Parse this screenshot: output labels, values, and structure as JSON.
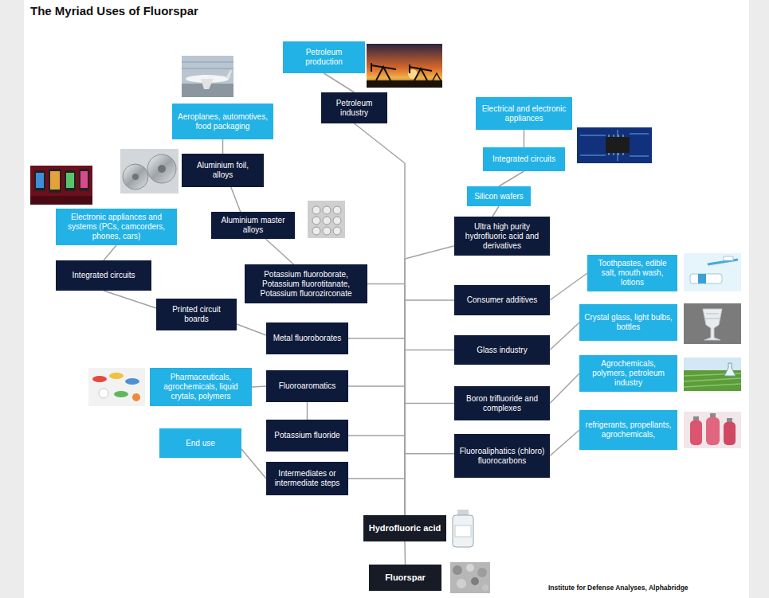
{
  "diagram": {
    "title": "The Myriad Uses of Fluorspar",
    "nodes": [
      {
        "text": [
          "Petroleum production"
        ]
      },
      {
        "text": [
          "Petroleum industry"
        ]
      },
      {
        "text": [
          "Electrical and electronic appliances"
        ]
      },
      {
        "text": [
          "Aeroplanes, automotives, food packaging"
        ]
      },
      {
        "text": [
          "Integrated circuits"
        ]
      },
      {
        "text": [
          "Aluminium foil, alloys"
        ]
      },
      {
        "text": [
          "Silicon wafers"
        ]
      },
      {
        "text": [
          "Electronic appliances and systems (PCs, camcorders, phones, cars)"
        ]
      },
      {
        "text": [
          "Aluminium master alloys"
        ]
      },
      {
        "text": [
          "Ultra high purity hydrofluoric acid and derivatives"
        ]
      },
      {
        "text": [
          "Toothpastes, edible salt, mouth wash, lotions"
        ]
      },
      {
        "text": [
          "Integrated circuits"
        ]
      },
      {
        "text": [
          "Potassium fluoroborate, Potassium fluorotitanate, Potassium fluorozirconate"
        ]
      },
      {
        "text": [
          "Consumer additives"
        ]
      },
      {
        "text": [
          "Printed circuit boards"
        ]
      },
      {
        "text": [
          "Crystal glass, light bulbs, bottles"
        ]
      },
      {
        "text": [
          "Metal fluoroborates"
        ]
      },
      {
        "text": [
          "Glass industry"
        ]
      },
      {
        "text": [
          "Agrochemicals, polymers, petroleum industry"
        ]
      },
      {
        "text": [
          "Pharmaceuticals, agrochemicals, liquid crytals, polymers"
        ]
      },
      {
        "text": [
          "Fluoroaromatics"
        ]
      },
      {
        "text": [
          "Boron trifluoride and complexes"
        ]
      },
      {
        "text": [
          "refrigerants, propellants, agrochemicals,"
        ]
      },
      {
        "text": [
          "Potassium fluoride"
        ]
      },
      {
        "text": [
          "End use"
        ]
      },
      {
        "text": [
          "Fluoroaliphatics (chloro) fluorocarbons"
        ]
      },
      {
        "text": [
          "Intermediates or intermediate steps"
        ]
      },
      {
        "text": [
          "Hydrofluoric acid"
        ]
      },
      {
        "text": [
          "Fluorspar"
        ]
      }
    ],
    "edges": [
      {
        "from": 28,
        "to": 27,
        "arrow": "none"
      },
      {
        "from": 27,
        "to": 1,
        "arrow": "none"
      },
      {
        "from": 27,
        "to": 9,
        "arrow": "none"
      },
      {
        "from": 27,
        "to": 13,
        "arrow": "none"
      },
      {
        "from": 27,
        "to": 17,
        "arrow": "none"
      },
      {
        "from": 27,
        "to": 21,
        "arrow": "none"
      },
      {
        "from": 27,
        "to": 25,
        "arrow": "none"
      },
      {
        "from": 27,
        "to": 12,
        "arrow": "none"
      },
      {
        "from": 27,
        "to": 16,
        "arrow": "none"
      },
      {
        "from": 27,
        "to": 20,
        "arrow": "none"
      },
      {
        "from": 27,
        "to": 23,
        "arrow": "none"
      },
      {
        "from": 27,
        "to": 26,
        "arrow": "none"
      },
      {
        "from": 1,
        "to": 0,
        "arrow": "none"
      },
      {
        "from": 9,
        "to": 6,
        "arrow": "none"
      },
      {
        "from": 6,
        "to": 4,
        "arrow": "none"
      },
      {
        "from": 4,
        "to": 2,
        "arrow": "none"
      },
      {
        "from": 13,
        "to": 10,
        "arrow": "none"
      },
      {
        "from": 17,
        "to": 15,
        "arrow": "none"
      },
      {
        "from": 21,
        "to": 18,
        "arrow": "none"
      },
      {
        "from": 25,
        "to": 22,
        "arrow": "none"
      },
      {
        "from": 12,
        "to": 8,
        "arrow": "none"
      },
      {
        "from": 8,
        "to": 5,
        "arrow": "none"
      },
      {
        "from": 5,
        "to": 3,
        "arrow": "none"
      },
      {
        "from": 16,
        "to": 14,
        "arrow": "none"
      },
      {
        "from": 14,
        "to": 11,
        "arrow": "none"
      },
      {
        "from": 11,
        "to": 7,
        "arrow": "none"
      },
      {
        "from": 20,
        "to": 19,
        "arrow": "none"
      },
      {
        "from": 20,
        "to": 23,
        "arrow": "none"
      },
      {
        "from": 26,
        "to": 24,
        "arrow": "none"
      }
    ],
    "labels": [
      "Institute for Defense Analyses, Alphabridge"
    ]
  }
}
